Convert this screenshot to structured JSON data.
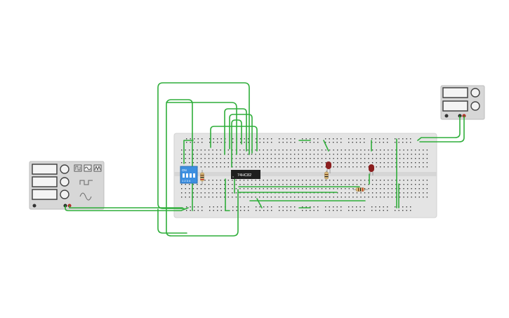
{
  "canvas": {
    "background": "#ffffff",
    "wire_color": "#2fae3a"
  },
  "breadboard": {
    "color": "#e4e4e4",
    "hole_color": "#3a3a3a"
  },
  "chip": {
    "label": "74HC82",
    "color": "#1f1f1f"
  },
  "dip_switch": {
    "label_top": "ON",
    "label_bottom": "1 2 3 4",
    "color": "#3d8fe0"
  },
  "leds": [
    {
      "name": "led-left",
      "color": "#8b1e1e"
    },
    {
      "name": "led-right",
      "color": "#8b1e1e"
    }
  ],
  "function_generator": {
    "icons": [
      "square-wave-icon",
      "sine-wave-icon",
      "triangle-wave-icon"
    ]
  },
  "power_supply": {
    "icons": [
      "knob-icon",
      "knob-icon"
    ]
  }
}
